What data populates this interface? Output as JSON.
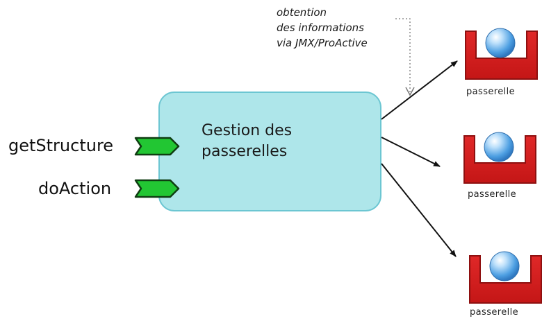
{
  "component": {
    "title_line1": "Gestion des",
    "title_line2": "passerelles",
    "fill": "#aee6ea",
    "stroke": "#6cc6d2"
  },
  "interfaces": [
    {
      "label": "getStructure"
    },
    {
      "label": "doAction"
    }
  ],
  "note": {
    "line1": "obtention",
    "line2": "des informations",
    "line3": "via JMX/ProActive"
  },
  "gateways": [
    {
      "label": "passerelle"
    },
    {
      "label": "passerelle"
    },
    {
      "label": "passerelle"
    }
  ],
  "colors": {
    "interface_fill": "#22c633",
    "interface_stroke": "#0f3d12",
    "gateway_red": "#d42020",
    "gateway_dark": "#8e1010",
    "sphere": "#5aa8e8",
    "arrow": "#111111"
  }
}
